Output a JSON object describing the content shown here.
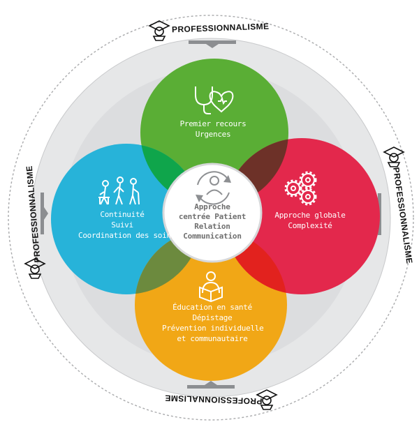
{
  "banner_label": "PROFESSIONNALISME",
  "center": {
    "lines": [
      "Approche",
      "centrée Patient",
      "Relation",
      "Communication"
    ]
  },
  "petals": {
    "green": {
      "color": "#5aae35",
      "lines": [
        "Premier recours",
        "Urgences"
      ]
    },
    "red": {
      "color": "#e3284c",
      "lines": [
        "Approche globale",
        "Complexité"
      ]
    },
    "blue": {
      "color": "#27b3d9",
      "lines": [
        "Continuité",
        "Suivi",
        "Coordination des soins"
      ]
    },
    "yellow": {
      "color": "#f1a716",
      "lines": [
        "Éducation en santé",
        "Dépistage",
        "Prévention individuelle",
        "et communautaire"
      ]
    }
  },
  "colors": {
    "ring": "#e4e5e6",
    "ring_border": "#b5b6b8",
    "overlap_green_red": "#6d3128",
    "overlap_green_blue": "#0fa54b",
    "overlap_blue_yellow": "#6c8a3e",
    "overlap_yellow_red": "#e2221e"
  }
}
